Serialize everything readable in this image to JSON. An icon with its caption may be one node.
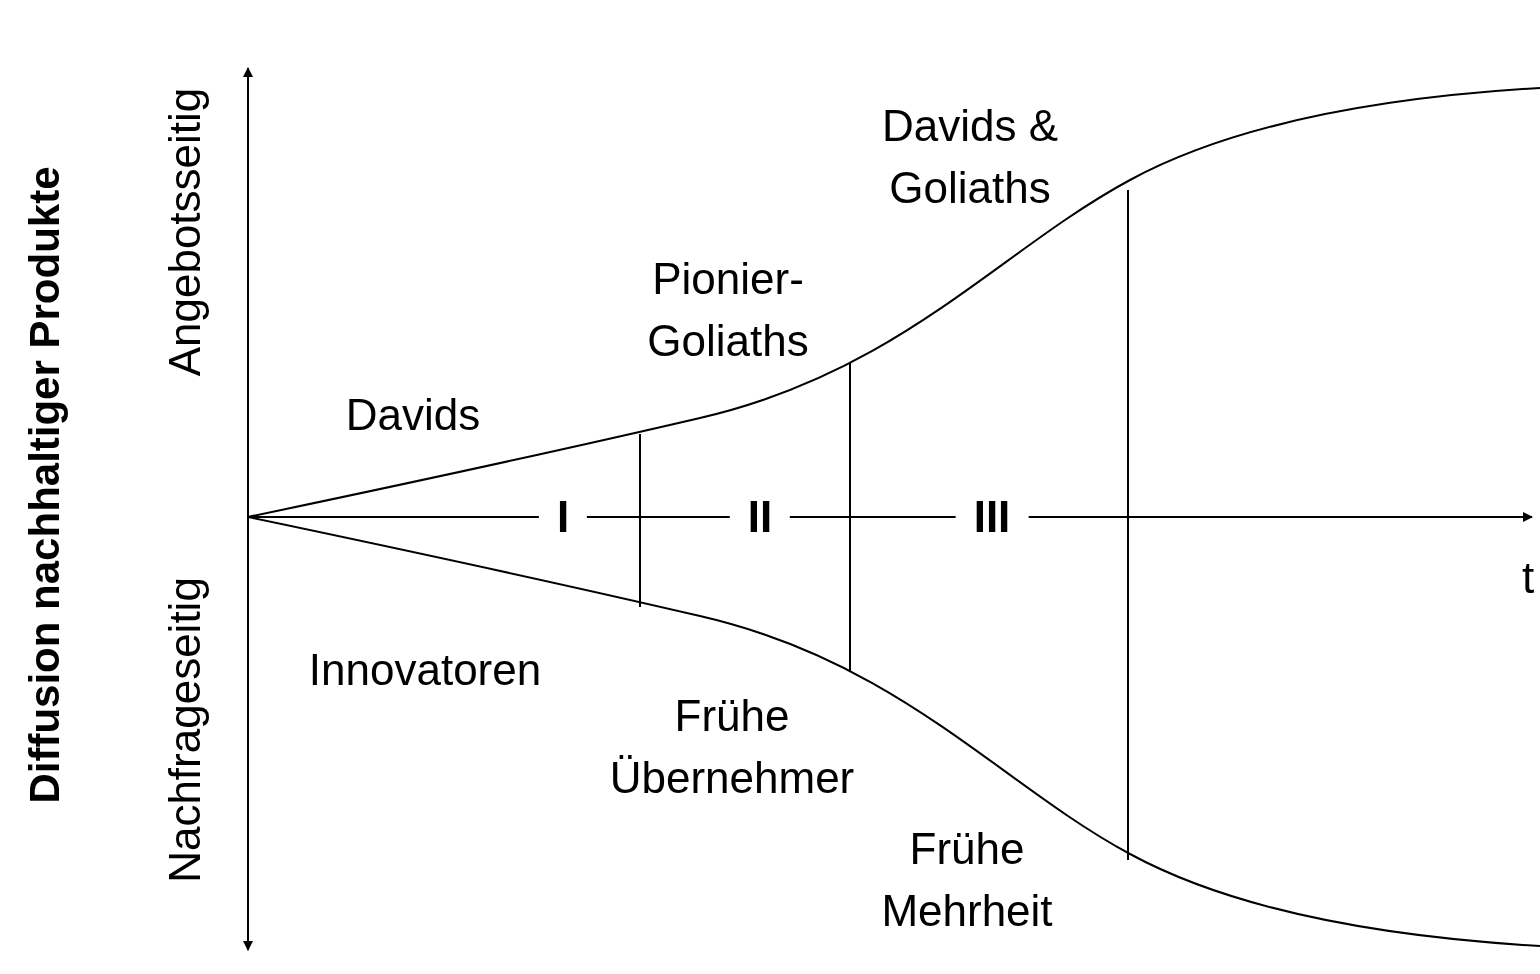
{
  "diagram": {
    "title": "Diffusion nachhaltiger Produkte",
    "labels": [
      "Angebotsseitig",
      "Davids & Goliaths",
      "Pionier- Goliaths",
      "Davids",
      "I",
      "II",
      "III",
      "t",
      "Innovatoren",
      "Frühe Übernehmer",
      "Frühe Mehrheit",
      "Nachfrageseitig"
    ]
  }
}
